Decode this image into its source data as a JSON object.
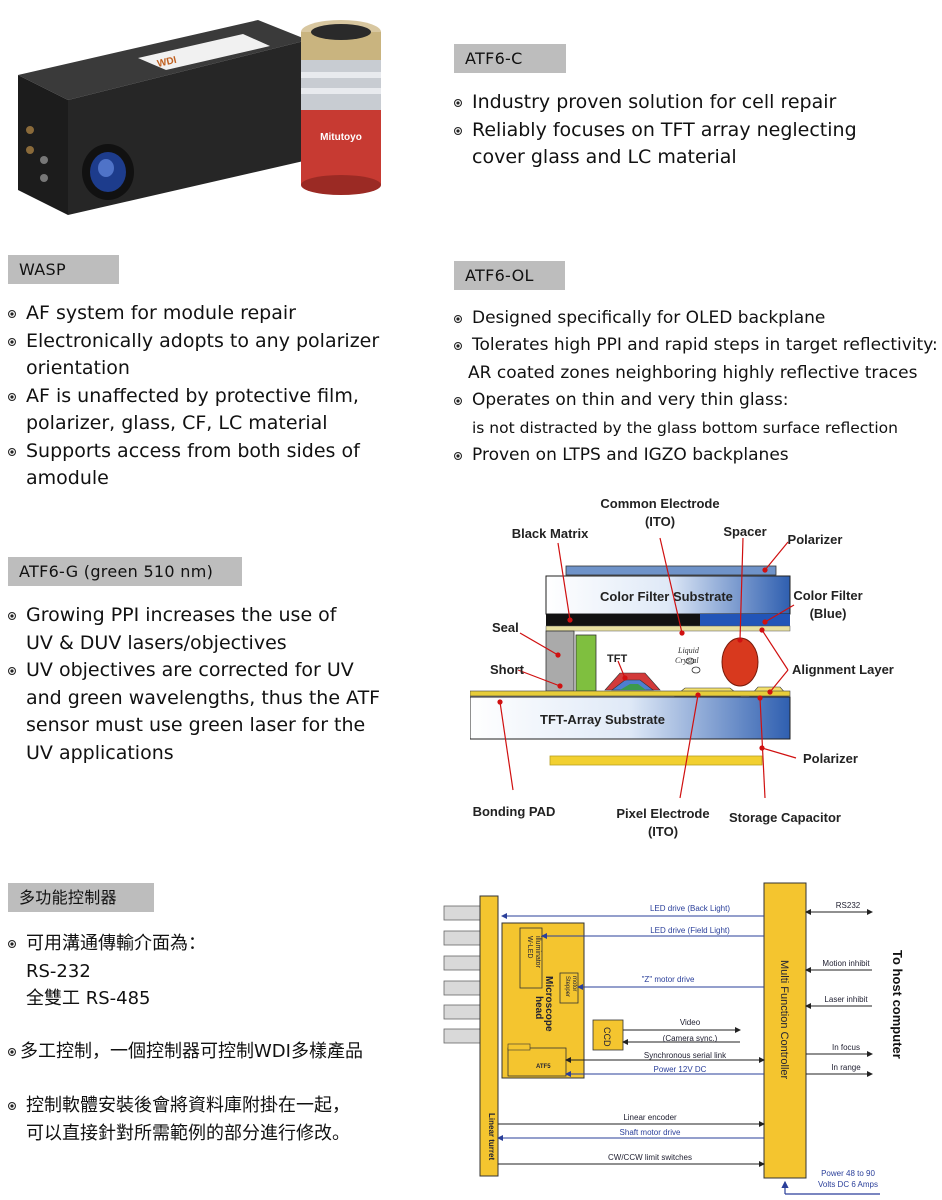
{
  "sections": {
    "atf6c": {
      "tag": "ATF6-C",
      "items": [
        {
          "lines": [
            "Industry proven solution for cell repair"
          ]
        },
        {
          "lines": [
            "Reliably focuses on TFT array neglecting",
            "cover glass and LC material"
          ]
        }
      ]
    },
    "wasp": {
      "tag": "WASP",
      "items": [
        {
          "lines": [
            "AF system for module repair"
          ]
        },
        {
          "lines": [
            "Electronically adopts to any polarizer",
            "orientation"
          ]
        },
        {
          "lines": [
            "AF is unaffected by protective film,",
            "polarizer, glass, CF, LC material"
          ]
        },
        {
          "lines": [
            "Supports access from both sides of",
            "amodule"
          ]
        }
      ]
    },
    "atf6ol": {
      "tag": "ATF6-OL",
      "items": [
        {
          "lines": [
            "Designed specifically for OLED backplane"
          ]
        },
        {
          "lines": [
            "Tolerates high PPI and rapid steps in target reflectivity:",
            "AR coated zones neighboring highly reflective traces"
          ]
        },
        {
          "lines": [
            "Operates on thin and very thin glass:",
            "is not distracted by the glass bottom surface reflection"
          ]
        },
        {
          "lines": [
            "Proven on LTPS and IGZO backplanes"
          ]
        }
      ]
    },
    "atf6g": {
      "tag": "ATF6-G (green 510 nm)",
      "items": [
        {
          "lines": [
            "Growing PPI increases the use of",
            "UV & DUV lasers/objectives"
          ]
        },
        {
          "lines": [
            "UV objectives are corrected for UV",
            "and green wavelengths, thus the ATF",
            "sensor must use green laser for the",
            "UV applications"
          ]
        }
      ]
    },
    "controller": {
      "tag": "多功能控制器",
      "items": [
        {
          "lines": [
            "可用溝通傳輸介面為：",
            "RS-232",
            "全雙工 RS-485"
          ]
        },
        {
          "lines": [
            "多工控制，一個控制器可控制WDI多樣產品"
          ]
        },
        {
          "lines": [
            "控制軟體安裝後會將資料庫附掛在一起，",
            "可以直接針對所需範例的部分進行修改。"
          ]
        }
      ]
    }
  },
  "product_photo": {
    "label_brand": "WDI",
    "lens_brand": "Mitutoyo"
  },
  "lcd_diagram": {
    "labels": {
      "common_electrode": "Common Electrode",
      "common_electrode_sub": "(ITO)",
      "black_matrix": "Black Matrix",
      "spacer": "Spacer",
      "polarizer_top": "Polarizer",
      "color_filter_blue": "Color Filter",
      "color_filter_blue_sub": "(Blue)",
      "color_filter_substrate": "Color Filter  Substrate",
      "seal": "Seal",
      "short": "Short",
      "tft": "TFT",
      "liquid_crystal": "Liquid",
      "liquid_crystal_2": "Crystal",
      "alignment_layer": "Alignment Layer",
      "tft_array_substrate": "TFT-Array Substrate",
      "polarizer_bottom": "Polarizer",
      "bonding_pad": "Bonding PAD",
      "pixel_electrode": "Pixel Electrode",
      "pixel_electrode_sub": "(ITO)",
      "storage_capacitor": "Storage Capacitor"
    }
  },
  "controller_diagram": {
    "labels": {
      "led_back": "LED drive (Back Light)",
      "led_field": "LED drive (Field Light)",
      "z_motor": "\"Z\" motor drive",
      "video": "Video",
      "camera_sync": "(Camera sync.)",
      "sync_serial": "Synchronous serial link",
      "power12": "Power 12V DC",
      "linear_encoder": "Linear encoder",
      "shaft_motor": "Shaft motor drive",
      "limit_switches": "CW/CCW limit switches",
      "rs232": "RS232",
      "motion_inhibit": "Motion inhibit",
      "laser_inhibit": "Laser inhibit",
      "in_focus": "In focus",
      "in_range": "In range",
      "power48": "Power 48 to 90",
      "power48_sub": "Volts DC 6 Amps",
      "mfc": "Multi Function Controller",
      "to_host": "To host computer",
      "linear_turret": "Linear turret",
      "wled": "W-LED",
      "wled_sub": "illuminator",
      "stepper": "Stepper",
      "stepper_sub": "motor",
      "microscope": "Microscope",
      "microscope_sub": "head",
      "ccd": "CCD",
      "atf5": "ATF5"
    }
  }
}
